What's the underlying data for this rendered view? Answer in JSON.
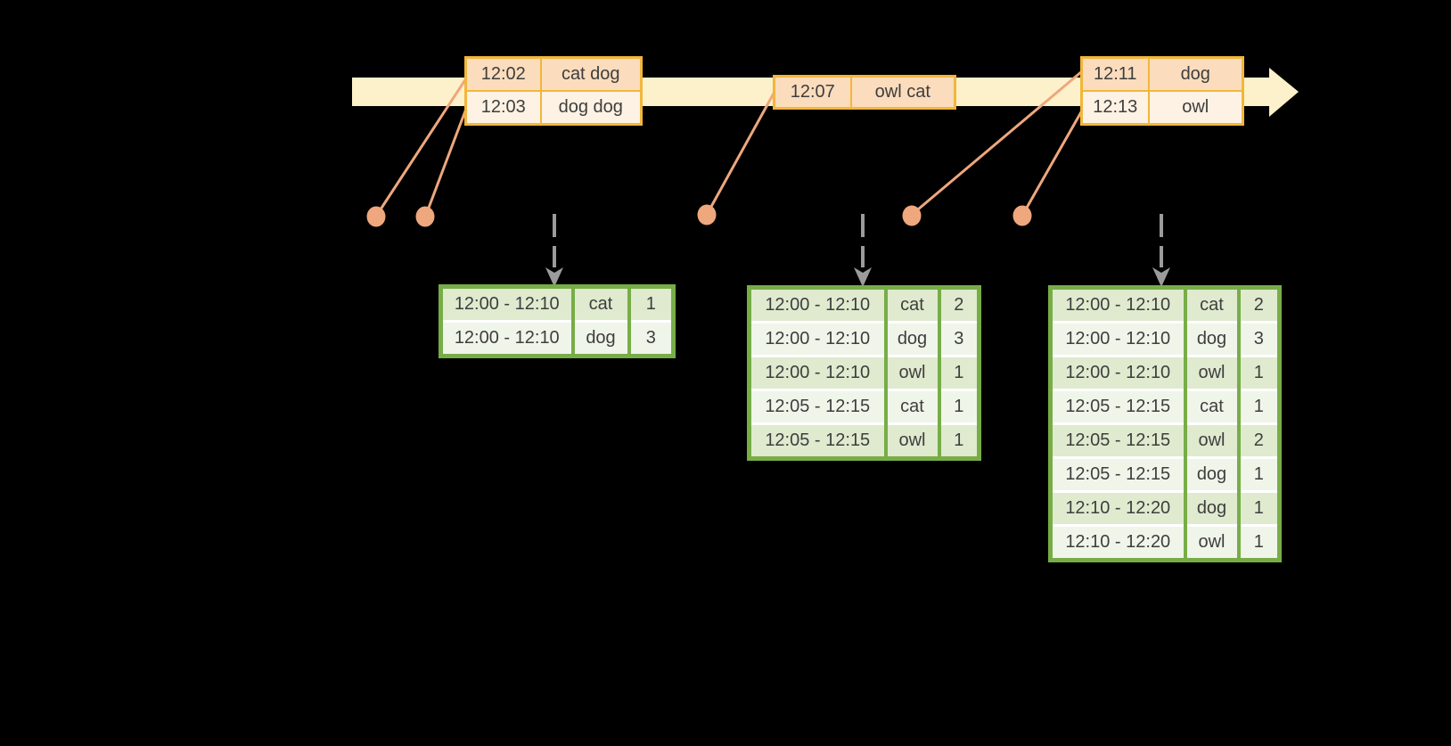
{
  "colors": {
    "background": "#000000",
    "timeline_fill": "#fdf1cb",
    "event_border": "#f2b63c",
    "event_row_dark": "#fbdcbc",
    "event_row_light": "#fdf2e3",
    "connector": "#efa77d",
    "trigger_arrow": "#9b9b9b",
    "result_border": "#77ad47",
    "result_row_dark": "#dfeacf",
    "result_row_light": "#f0f5ea",
    "text": "#3e3e3e"
  },
  "event_tables": [
    {
      "name": "events-batch-1",
      "rows": [
        [
          "12:02",
          "cat dog"
        ],
        [
          "12:03",
          "dog dog"
        ]
      ]
    },
    {
      "name": "events-batch-2",
      "rows": [
        [
          "12:07",
          "owl cat"
        ]
      ]
    },
    {
      "name": "events-batch-3",
      "rows": [
        [
          "12:11",
          "dog"
        ],
        [
          "12:13",
          "owl"
        ]
      ]
    }
  ],
  "result_tables": [
    {
      "name": "result-table-1",
      "rows": [
        [
          "12:00 - 12:10",
          "cat",
          "1"
        ],
        [
          "12:00 - 12:10",
          "dog",
          "3"
        ]
      ]
    },
    {
      "name": "result-table-2",
      "rows": [
        [
          "12:00 - 12:10",
          "cat",
          "2"
        ],
        [
          "12:00 - 12:10",
          "dog",
          "3"
        ],
        [
          "12:00 - 12:10",
          "owl",
          "1"
        ],
        [
          "12:05 - 12:15",
          "cat",
          "1"
        ],
        [
          "12:05 - 12:15",
          "owl",
          "1"
        ]
      ]
    },
    {
      "name": "result-table-3",
      "rows": [
        [
          "12:00 - 12:10",
          "cat",
          "2"
        ],
        [
          "12:00 - 12:10",
          "dog",
          "3"
        ],
        [
          "12:00 - 12:10",
          "owl",
          "1"
        ],
        [
          "12:05 - 12:15",
          "cat",
          "1"
        ],
        [
          "12:05 - 12:15",
          "owl",
          "2"
        ],
        [
          "12:05 - 12:15",
          "dog",
          "1"
        ],
        [
          "12:10 - 12:20",
          "dog",
          "1"
        ],
        [
          "12:10 - 12:20",
          "owl",
          "1"
        ]
      ]
    }
  ]
}
